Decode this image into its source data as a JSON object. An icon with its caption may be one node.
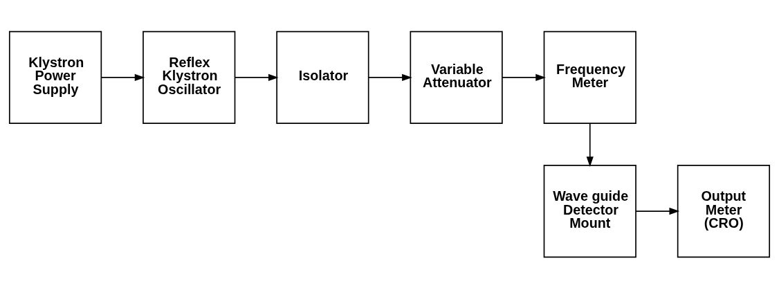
{
  "diagram": {
    "nodes": [
      {
        "text": [
          "Klystron Power Supply"
        ]
      },
      {
        "text": [
          "Reflex Klystron Oscillator"
        ]
      },
      {
        "text": [
          "Isolator"
        ]
      },
      {
        "text": [
          "Variable Attenuator"
        ]
      },
      {
        "text": [
          "Frequency Meter"
        ]
      },
      {
        "text": [
          "Wave guide Detector Mount"
        ]
      },
      {
        "text": [
          "Output Meter (CRO)"
        ]
      }
    ],
    "edges": [
      {
        "from": 0,
        "to": 1,
        "arrow": "to"
      },
      {
        "from": 1,
        "to": 2,
        "arrow": "to"
      },
      {
        "from": 2,
        "to": 3,
        "arrow": "to"
      },
      {
        "from": 3,
        "to": 4,
        "arrow": "to"
      },
      {
        "from": 4,
        "to": 5,
        "arrow": "to"
      },
      {
        "from": 5,
        "to": 6,
        "arrow": "to"
      }
    ]
  }
}
